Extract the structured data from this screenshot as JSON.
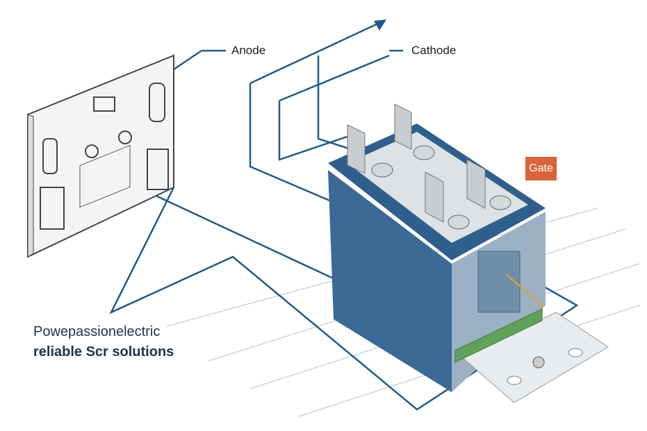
{
  "labels": {
    "anode": "Anode",
    "cathode": "Cathode",
    "gate": "Gate"
  },
  "tagline": {
    "line1": "Powepassionelectric",
    "line2": "reliable Scr solutions"
  },
  "colors": {
    "line": "#1f5a8a",
    "body": "#3a6a95",
    "gate": "#d9643c",
    "terminal": "#5fa35a"
  }
}
